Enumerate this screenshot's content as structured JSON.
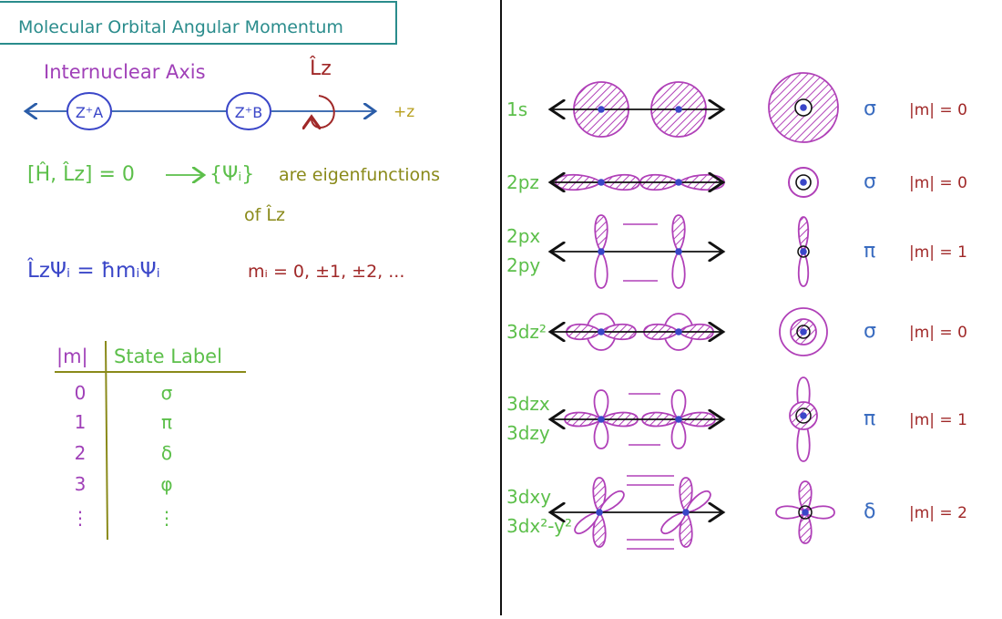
{
  "colors": {
    "teal": "#2a8c8c",
    "purple": "#a040b8",
    "magenta": "#b040b8",
    "blue": "#3a46c8",
    "green": "#5cbf4a",
    "olive": "#8a8a1a",
    "red": "#a02828",
    "orange": "#b8a020",
    "black": "#111111",
    "pink": "#c868c8"
  },
  "title": "Molecular Orbital Angular Momentum",
  "left": {
    "axis_label": "Internuclear Axis",
    "lz_operator": "L̂z",
    "nucleus_a": "Z⁺A",
    "nucleus_b": "Z⁺B",
    "z_label": "+z",
    "commutator": "[Ĥ, L̂z] = 0",
    "eigen_set": "{Ψᵢ}",
    "eigen_text_line1": "are eigenfunctions",
    "eigen_text_line2": "of L̂z",
    "eigen_equation": "L̂zΨᵢ = ħmᵢΨᵢ",
    "m_values": "mᵢ = 0, ±1, ±2, ...",
    "table": {
      "header_m": "|m|",
      "header_label": "State Label",
      "rows": [
        {
          "m": "0",
          "label": "σ"
        },
        {
          "m": "1",
          "label": "π"
        },
        {
          "m": "2",
          "label": "δ"
        },
        {
          "m": "3",
          "label": "φ"
        },
        {
          "m": "⋮",
          "label": "⋮"
        }
      ]
    }
  },
  "orbitals": [
    {
      "labels": [
        "1s"
      ],
      "symbol": "σ",
      "m": "|m| = 0"
    },
    {
      "labels": [
        "2pz"
      ],
      "symbol": "σ",
      "m": "|m| = 0"
    },
    {
      "labels": [
        "2px",
        "2py"
      ],
      "symbol": "π",
      "m": "|m| = 1"
    },
    {
      "labels": [
        "3dz²"
      ],
      "symbol": "σ",
      "m": "|m| = 0"
    },
    {
      "labels": [
        "3dzx",
        "3dzy"
      ],
      "symbol": "π",
      "m": "|m| = 1"
    },
    {
      "labels": [
        "3dxy",
        "3dx²-y²"
      ],
      "symbol": "δ",
      "m": "|m| = 2"
    }
  ]
}
